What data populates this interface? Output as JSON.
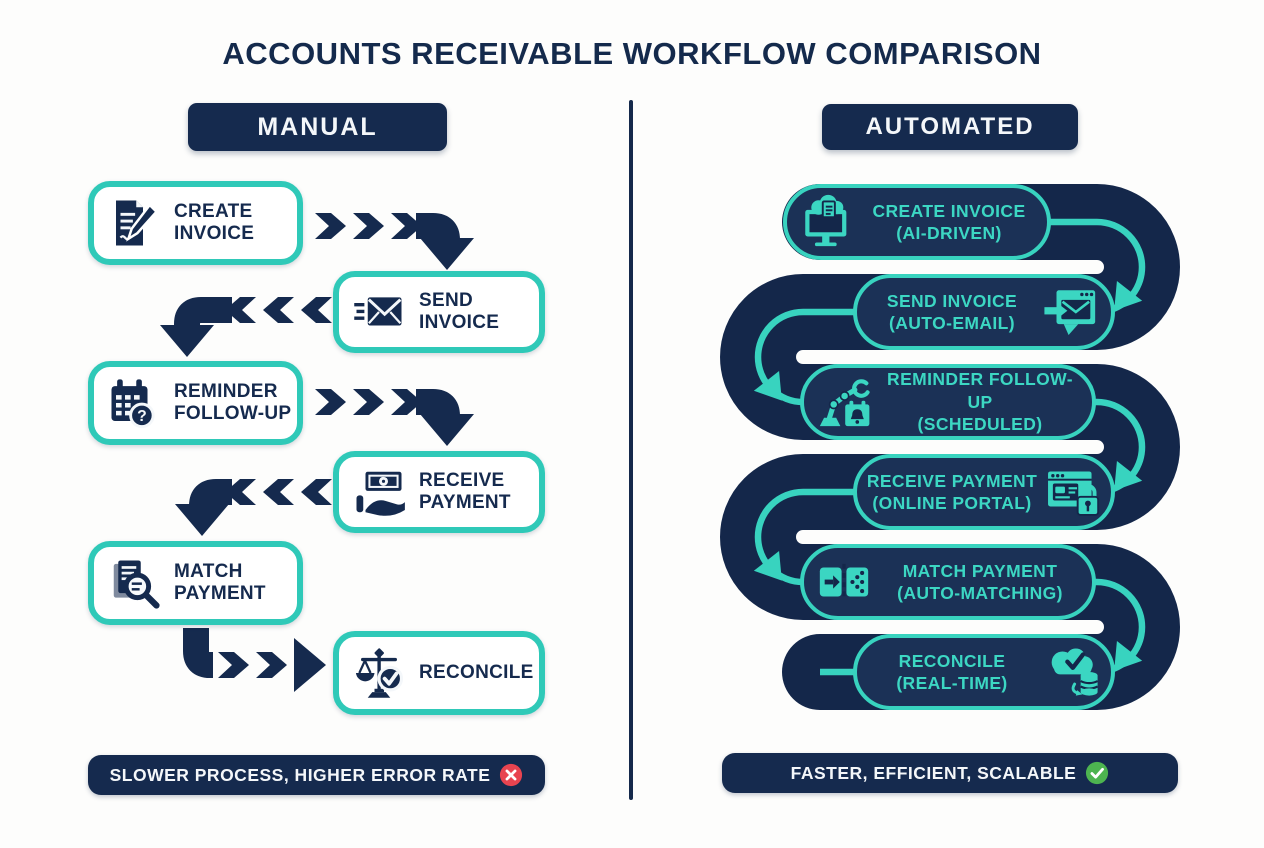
{
  "title": "ACCOUNTS RECEIVABLE WORKFLOW COMPARISON",
  "colors": {
    "navy": "#152A4E",
    "band_navy": "#14274A",
    "teal": "#2FC9B8",
    "teal_bright": "#3BD6C2",
    "error_red": "#E84450",
    "success_green": "#4DB450",
    "background": "#FFFFFF"
  },
  "manual": {
    "header": "MANUAL",
    "steps": [
      {
        "icon": "invoice-pencil-icon",
        "lines": [
          "CREATE",
          "INVOICE"
        ]
      },
      {
        "icon": "send-envelope-icon",
        "lines": [
          "SEND",
          "INVOICE"
        ]
      },
      {
        "icon": "calendar-question-icon",
        "lines": [
          "REMINDER",
          "FOLLOW-UP"
        ]
      },
      {
        "icon": "cash-hand-icon",
        "lines": [
          "RECEIVE",
          "PAYMENT"
        ]
      },
      {
        "icon": "document-magnifier-icon",
        "lines": [
          "MATCH",
          "PAYMENT"
        ]
      },
      {
        "icon": "scale-check-icon",
        "lines": [
          "RECONCILE"
        ]
      }
    ],
    "footer": {
      "text": "SLOWER PROCESS, HIGHER ERROR RATE",
      "badge": "error-x"
    }
  },
  "automated": {
    "header": "AUTOMATED",
    "steps": [
      {
        "icon": "monitor-cloud-icon",
        "icon_side": "left",
        "lines": [
          "CREATE INVOICE",
          "(AI-DRIVEN)"
        ]
      },
      {
        "icon": "browser-email-icon",
        "icon_side": "right",
        "lines": [
          "SEND INVOICE",
          "(AUTO-EMAIL)"
        ]
      },
      {
        "icon": "robot-arm-calendar-icon",
        "icon_side": "left",
        "lines": [
          "REMINDER FOLLOW-UP",
          "(SCHEDULED)"
        ]
      },
      {
        "icon": "portal-card-lock-icon",
        "icon_side": "right",
        "lines": [
          "RECEIVE PAYMENT",
          "(ONLINE PORTAL)"
        ]
      },
      {
        "icon": "auto-matching-icon",
        "icon_side": "left",
        "lines": [
          "MATCH PAYMENT",
          "(AUTO-MATCHING)"
        ]
      },
      {
        "icon": "cloud-database-sync-icon",
        "icon_side": "right",
        "lines": [
          "RECONCILE",
          "(REAL-TIME)"
        ]
      }
    ],
    "footer": {
      "text": "FASTER, EFFICIENT, SCALABLE",
      "badge": "success-check"
    }
  }
}
